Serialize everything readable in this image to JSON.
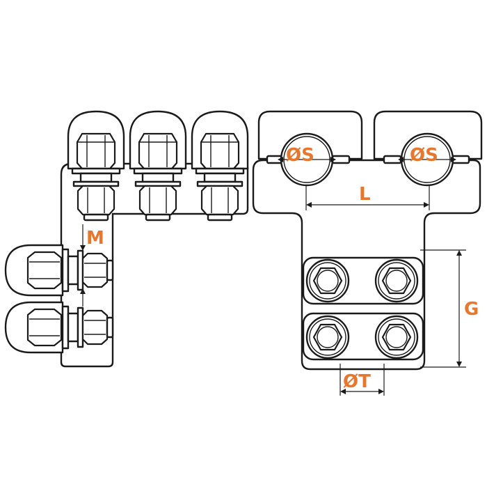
{
  "labels": {
    "m": "M",
    "s_left": "ØS",
    "s_right": "ØS",
    "l": "L",
    "g": "G",
    "t": "ØT"
  },
  "colors": {
    "label": "#e8772e",
    "line": "#1a1a1a",
    "background": "#ffffff"
  }
}
